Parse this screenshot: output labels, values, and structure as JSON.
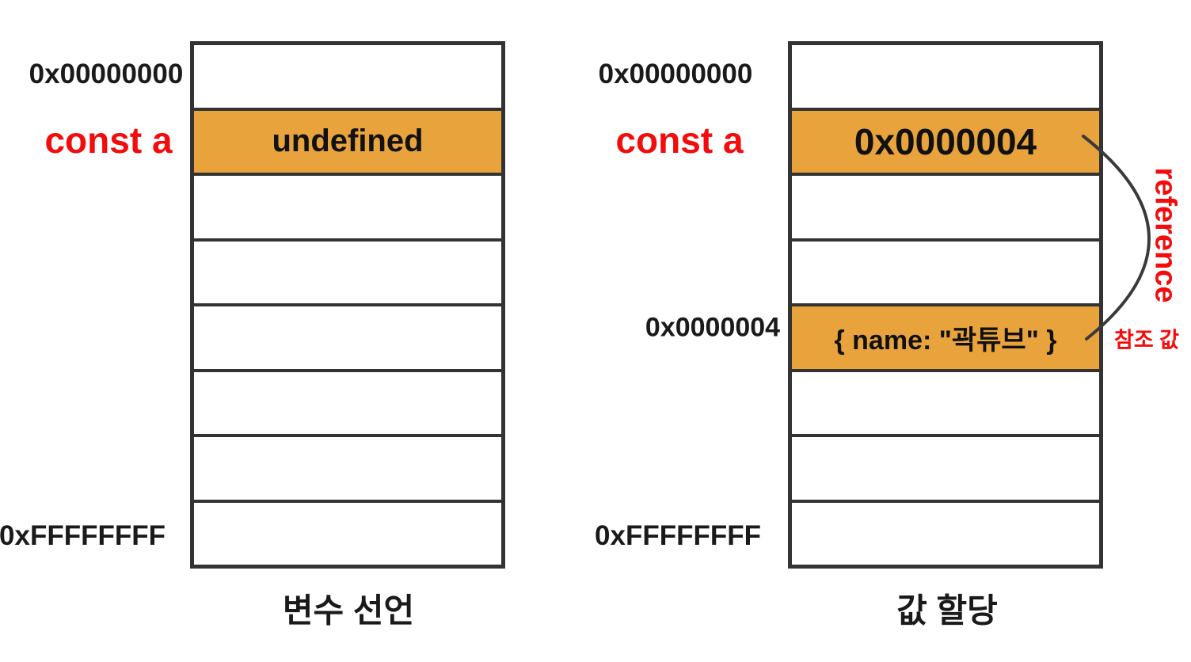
{
  "colors": {
    "highlight_orange": "#E8A33C",
    "border_dark": "#333333",
    "accent_red": "#F40B0B",
    "text_black": "#111111"
  },
  "left_panel": {
    "caption": "변수 선언",
    "labels": {
      "addr_top": "0x00000000",
      "var_name": "const a",
      "addr_bottom": "0xFFFFFFFF"
    },
    "rows": [
      "",
      "undefined",
      "",
      "",
      "",
      "",
      "",
      ""
    ],
    "highlight_rows": [
      1
    ]
  },
  "right_panel": {
    "caption": "값 할당",
    "labels": {
      "addr_top": "0x00000000",
      "var_name": "const a",
      "addr_mid": "0x0000004",
      "addr_bottom": "0xFFFFFFFF"
    },
    "rows": [
      "",
      "0x0000004",
      "",
      "",
      "{ name: \"곽튜브\" }",
      "",
      "",
      ""
    ],
    "highlight_rows": [
      1,
      4
    ],
    "annotations": {
      "reference_label": "reference",
      "reference_value_label": "참조 값"
    }
  }
}
